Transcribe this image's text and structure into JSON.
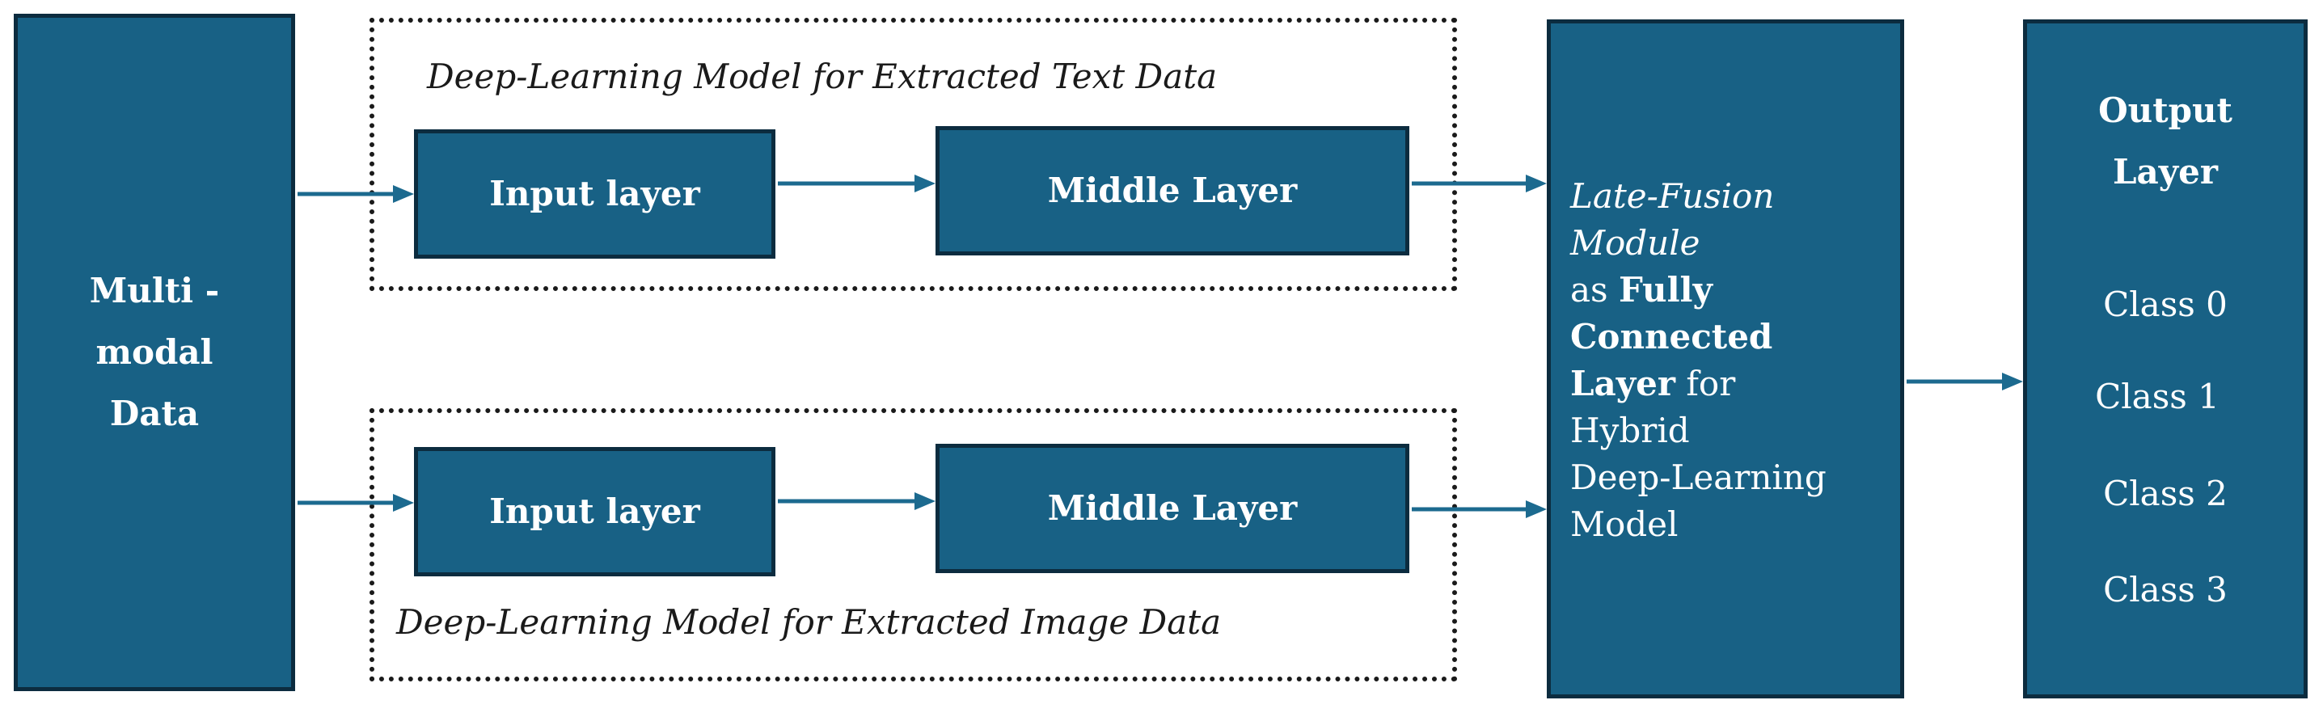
{
  "multimodal": {
    "line1": "Multi -",
    "line2": "modal",
    "line3": "Data"
  },
  "text_model": {
    "caption": "Deep-Learning Model for Extracted Text Data",
    "input_label": "Input layer",
    "middle_label": "Middle Layer"
  },
  "image_model": {
    "caption": "Deep-Learning Model for Extracted Image Data",
    "input_label": "Input layer",
    "middle_label": "Middle Layer"
  },
  "fusion": {
    "italic1": "Late-Fusion",
    "italic2": "Module",
    "as": "as",
    "bold1": "Fully",
    "bold2": "Connected",
    "bold3": "Layer",
    "for": "for",
    "line_hybrid": "Hybrid",
    "line_dl": "Deep-Learning",
    "line_model": "Model"
  },
  "output": {
    "title_line1": "Output",
    "title_line2": "Layer",
    "classes": [
      "Class 0",
      "Class 1",
      "Class 2",
      "Class 3"
    ]
  },
  "colors": {
    "box_fill": "#186185",
    "box_border": "#0c2c3f",
    "arrow": "#1c6a8f"
  }
}
